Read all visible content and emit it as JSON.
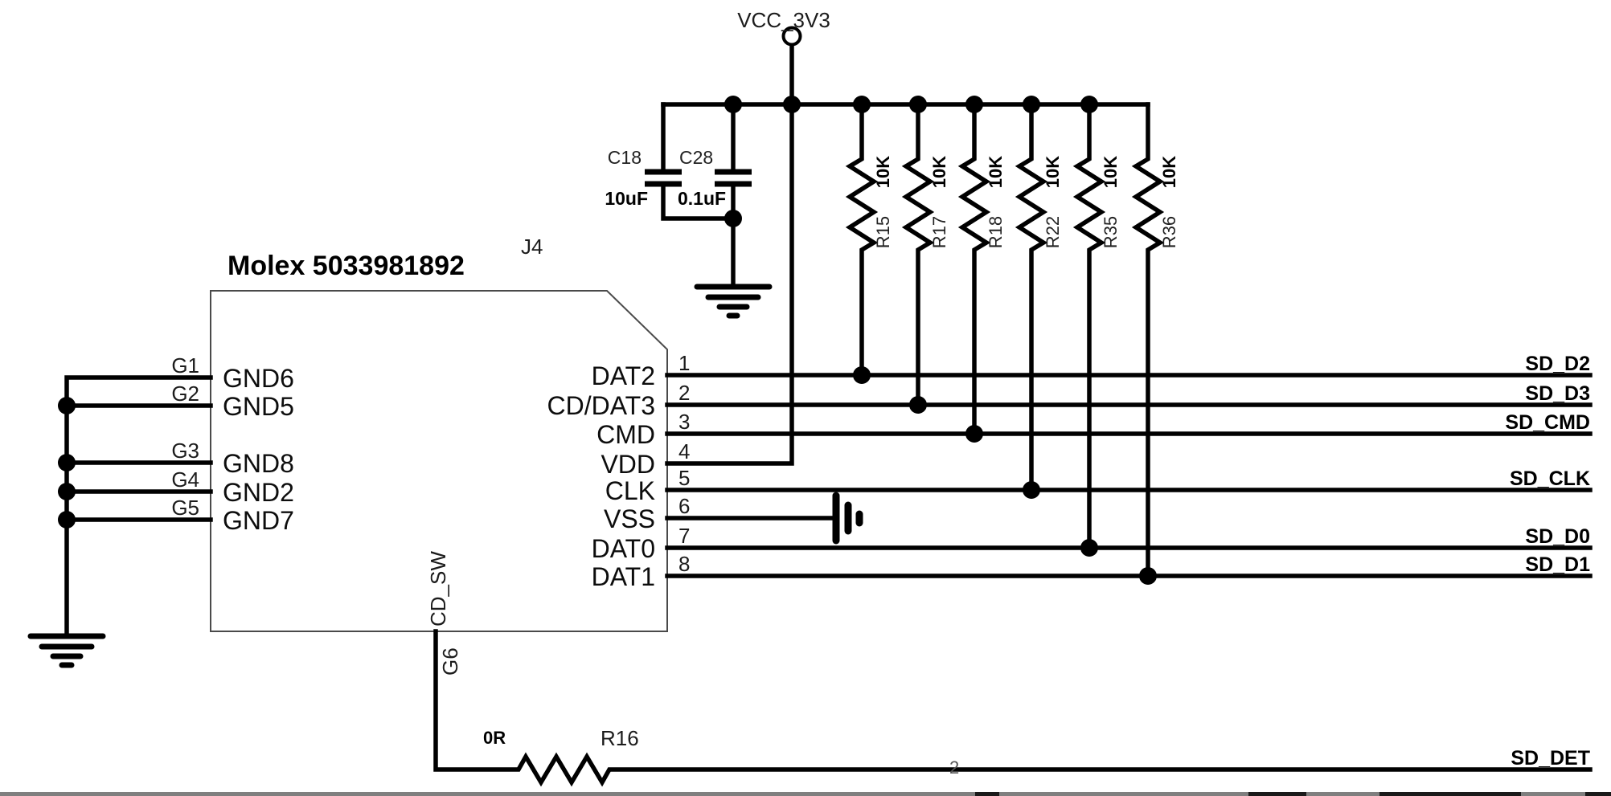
{
  "power": {
    "net": "VCC_3V3"
  },
  "connector": {
    "refdes": "J4",
    "part": "Molex 5033981892",
    "left_pins": [
      {
        "number": "G1",
        "name": "GND6"
      },
      {
        "number": "G2",
        "name": "GND5"
      },
      {
        "number": "G3",
        "name": "GND8"
      },
      {
        "number": "G4",
        "name": "GND2"
      },
      {
        "number": "G5",
        "name": "GND7"
      }
    ],
    "right_pins": [
      {
        "number": "1",
        "name": "DAT2",
        "net": "SD_D2"
      },
      {
        "number": "2",
        "name": "CD/DAT3",
        "net": "SD_D3"
      },
      {
        "number": "3",
        "name": "CMD",
        "net": "SD_CMD"
      },
      {
        "number": "4",
        "name": "VDD"
      },
      {
        "number": "5",
        "name": "CLK",
        "net": "SD_CLK"
      },
      {
        "number": "6",
        "name": "VSS"
      },
      {
        "number": "7",
        "name": "DAT0",
        "net": "SD_D0"
      },
      {
        "number": "8",
        "name": "DAT1",
        "net": "SD_D1"
      }
    ],
    "bottom_pin": {
      "number": "G6",
      "name": "CD_SW"
    }
  },
  "capacitors": [
    {
      "refdes": "C18",
      "value": "10uF"
    },
    {
      "refdes": "C28",
      "value": "0.1uF"
    }
  ],
  "pullups": [
    {
      "refdes": "R15",
      "value": "10K"
    },
    {
      "refdes": "R17",
      "value": "10K"
    },
    {
      "refdes": "R18",
      "value": "10K"
    },
    {
      "refdes": "R22",
      "value": "10K"
    },
    {
      "refdes": "R35",
      "value": "10K"
    },
    {
      "refdes": "R36",
      "value": "10K"
    }
  ],
  "detect_resistor": {
    "refdes": "R16",
    "value": "0R",
    "pin": "2",
    "net": "SD_DET"
  }
}
